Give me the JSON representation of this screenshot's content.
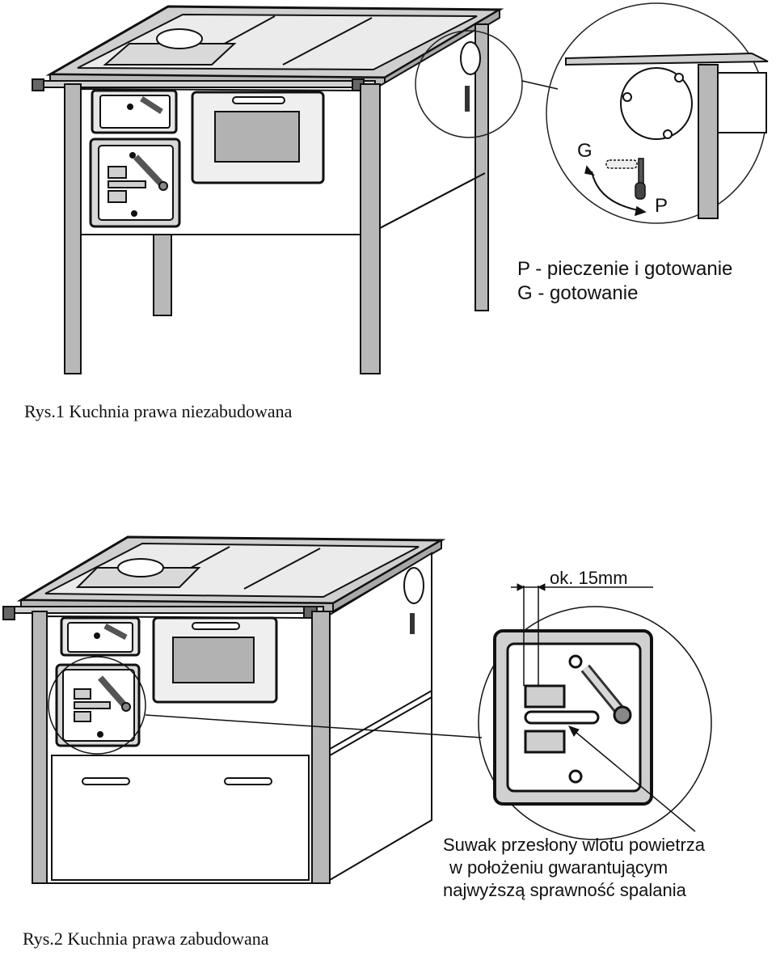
{
  "figure1": {
    "caption": "Rys.1 Kuchnia prawa niezabudowana",
    "detail_labels": {
      "g": "G",
      "p": "P"
    },
    "legend": {
      "line1": "P - pieczenie i gotowanie",
      "line2": "G - gotowanie"
    }
  },
  "figure2": {
    "caption": "Rys.2 Kuchnia prawa zabudowana",
    "dimension_label": "ok. 15mm",
    "note": {
      "line1": "Suwak przesłony wlotu powietrza",
      "line2": "w położeniu gwarantującym",
      "line3": "najwyższą sprawność spalania"
    }
  },
  "colors": {
    "steel": "#d4d4d4",
    "dark_steel": "#7a7a7a",
    "line": "#111111",
    "legs": "#b8b8b8"
  }
}
